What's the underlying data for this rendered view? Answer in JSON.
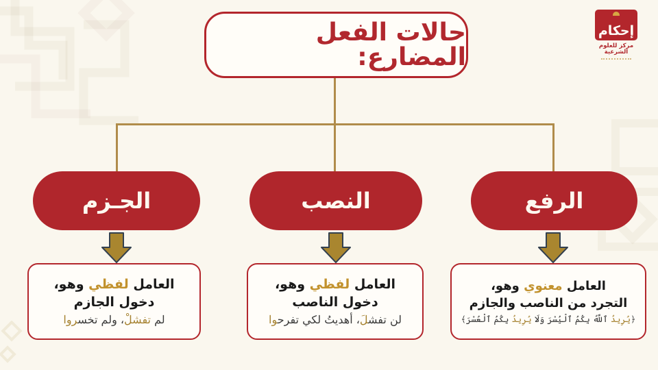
{
  "page": {
    "background": "#faf7ee",
    "accent_red": "#b0262c",
    "connector_gold": "#b08c4a",
    "arrow_gold": "#a9862f",
    "highlight_gold": "#c2922e"
  },
  "logo": {
    "wordmark": "إحكام",
    "subtitle": "مركز للعلوم الشرعية"
  },
  "title": "حالات الفعل المضارع:",
  "branches": [
    {
      "key": "jazm",
      "position": "left",
      "label": "الجـزم",
      "card_heading_segments": [
        {
          "t": "العامل ",
          "c": "ink"
        },
        {
          "t": "لفظي",
          "c": "hl"
        },
        {
          "t": " وهو،",
          "c": "ink"
        }
      ],
      "card_heading_line2": "دخول الجازم",
      "example_segments": [
        {
          "t": "لم ",
          "c": "dark"
        },
        {
          "t": "تفشلْ",
          "c": "gold"
        },
        {
          "t": "، ولم تخس",
          "c": "dark"
        },
        {
          "t": "روا",
          "c": "gold"
        }
      ]
    },
    {
      "key": "nasb",
      "position": "middle",
      "label": "النصب",
      "card_heading_segments": [
        {
          "t": "العامل ",
          "c": "ink"
        },
        {
          "t": "لفظي",
          "c": "hl"
        },
        {
          "t": " وهو،",
          "c": "ink"
        }
      ],
      "card_heading_line2": "دخول الناصب",
      "example_segments": [
        {
          "t": "لن تفش",
          "c": "dark"
        },
        {
          "t": "لَ",
          "c": "gold"
        },
        {
          "t": "، أهديتُ لكي تفرح",
          "c": "dark"
        },
        {
          "t": "وا",
          "c": "gold"
        }
      ]
    },
    {
      "key": "raf",
      "position": "right",
      "label": "الرفع",
      "card_heading_segments": [
        {
          "t": "العامل ",
          "c": "ink"
        },
        {
          "t": "معنوي",
          "c": "hl"
        },
        {
          "t": " وهو،",
          "c": "ink"
        }
      ],
      "card_heading_line2": "التجرد من الناصب والجازم",
      "example_segments": [
        {
          "t": "﴿",
          "c": "dark"
        },
        {
          "t": "يُرِيدُ",
          "c": "gold"
        },
        {
          "t": " ٱللَّهُ بِكُمُ ٱلْيُسْرَ وَلَا ",
          "c": "dark"
        },
        {
          "t": "يُرِيدُ",
          "c": "gold"
        },
        {
          "t": " بِكُمُ ٱلْعُسْرَ﴾",
          "c": "dark"
        }
      ]
    }
  ]
}
